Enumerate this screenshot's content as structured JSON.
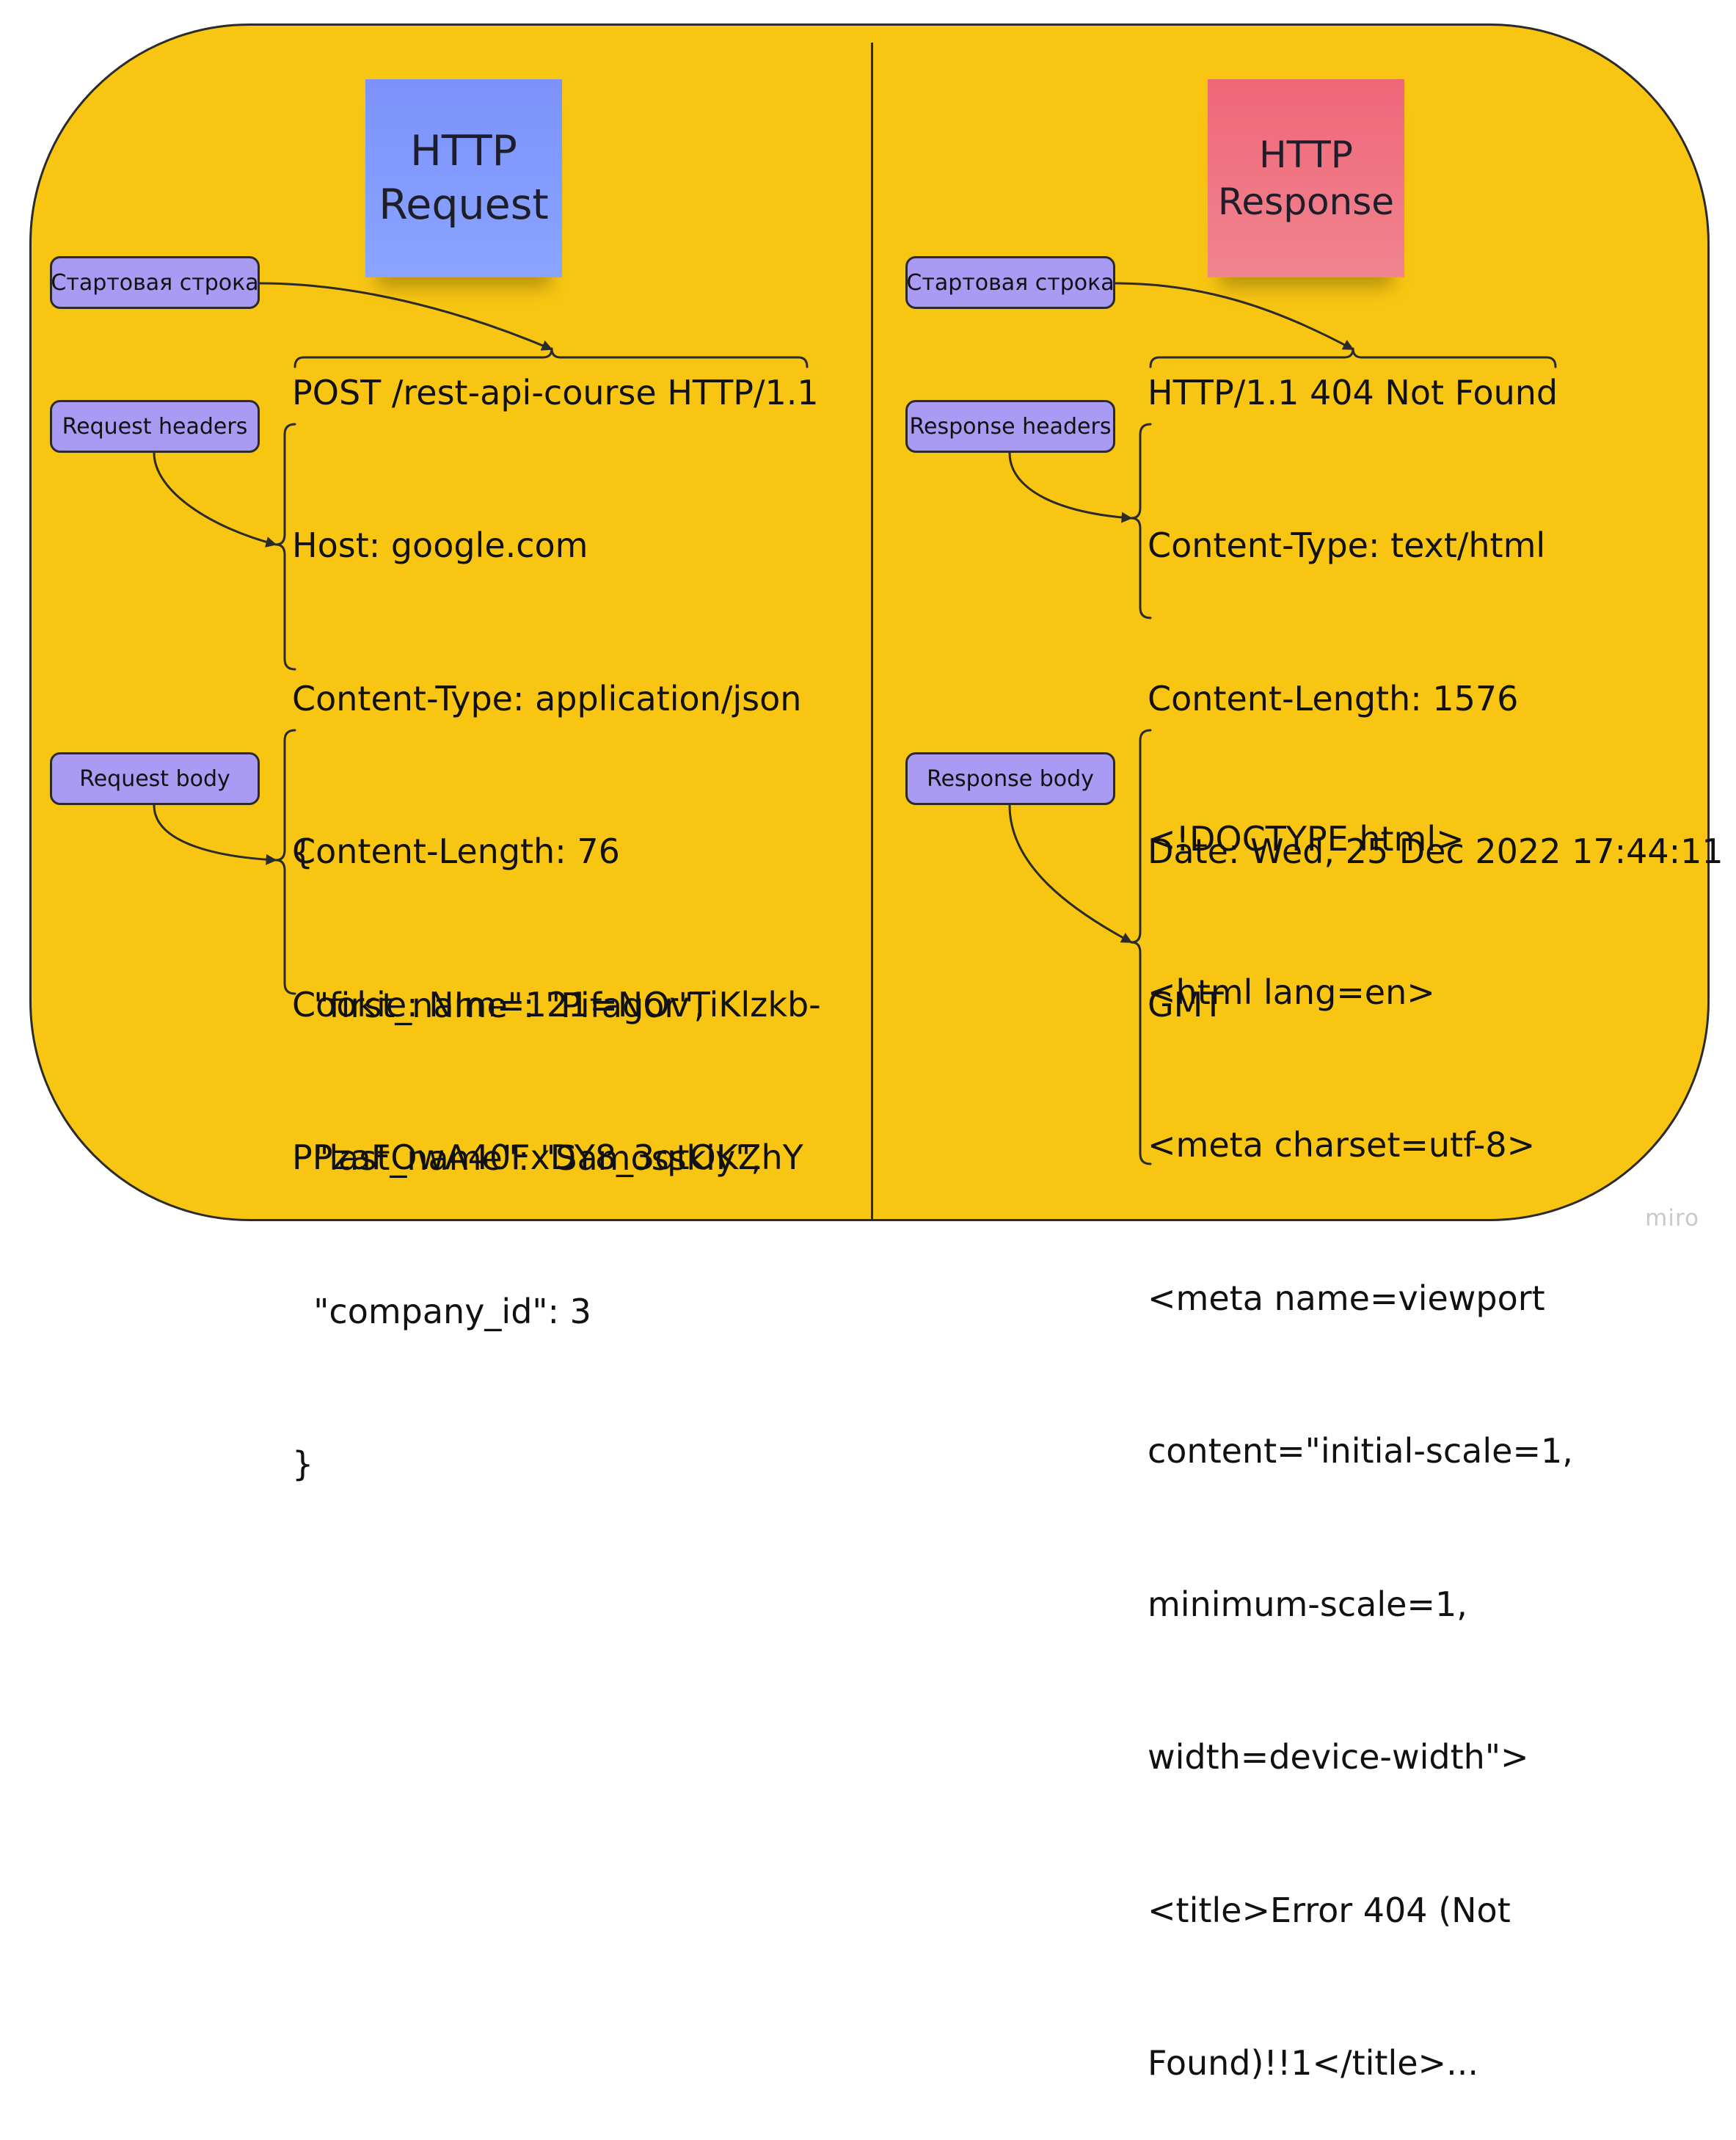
{
  "request": {
    "sticky_label": "HTTP\nRequest",
    "labels": {
      "start_line": "Стартовая строка",
      "headers": "Request headers",
      "body": "Request body"
    },
    "start_line": "POST /rest-api-course HTTP/1.1",
    "headers": [
      "Host: google.com",
      "Content-Type: application/json",
      "Content-Length: 76",
      "Cookie: NIm=121=NOvTiKlzkb-",
      "PPzaFOwA40FxDY8_3qtOKZhY"
    ],
    "body": [
      "{",
      "  \"first_name\": \"Pifagor\",",
      "  \"last_name\": \"Samosskiy\",",
      "  \"company_id\": 3",
      "}"
    ]
  },
  "response": {
    "sticky_label": "HTTP\nResponse",
    "labels": {
      "start_line": "Стартовая строка",
      "headers": "Response headers",
      "body": "Response body"
    },
    "start_line": "HTTP/1.1 404 Not Found",
    "headers": [
      "Content-Type: text/html",
      "Content-Length: 1576",
      "Date: Wed, 25 Dec 2022 17:44:11",
      "GMT"
    ],
    "body": [
      "<!DOCTYPE html>",
      "<html lang=en>",
      "<meta charset=utf-8>",
      "<meta name=viewport",
      "content=\"initial-scale=1,",
      "minimum-scale=1,",
      "width=device-width\">",
      "<title>Error 404 (Not",
      "Found)!!1</title>..."
    ]
  },
  "watermark": "miro",
  "colors": {
    "board": "#f8c612",
    "request_sticky": "#7c92fb",
    "response_sticky": "#ef6778",
    "label_pill": "#a99af3",
    "stroke": "#2b2b2b"
  }
}
